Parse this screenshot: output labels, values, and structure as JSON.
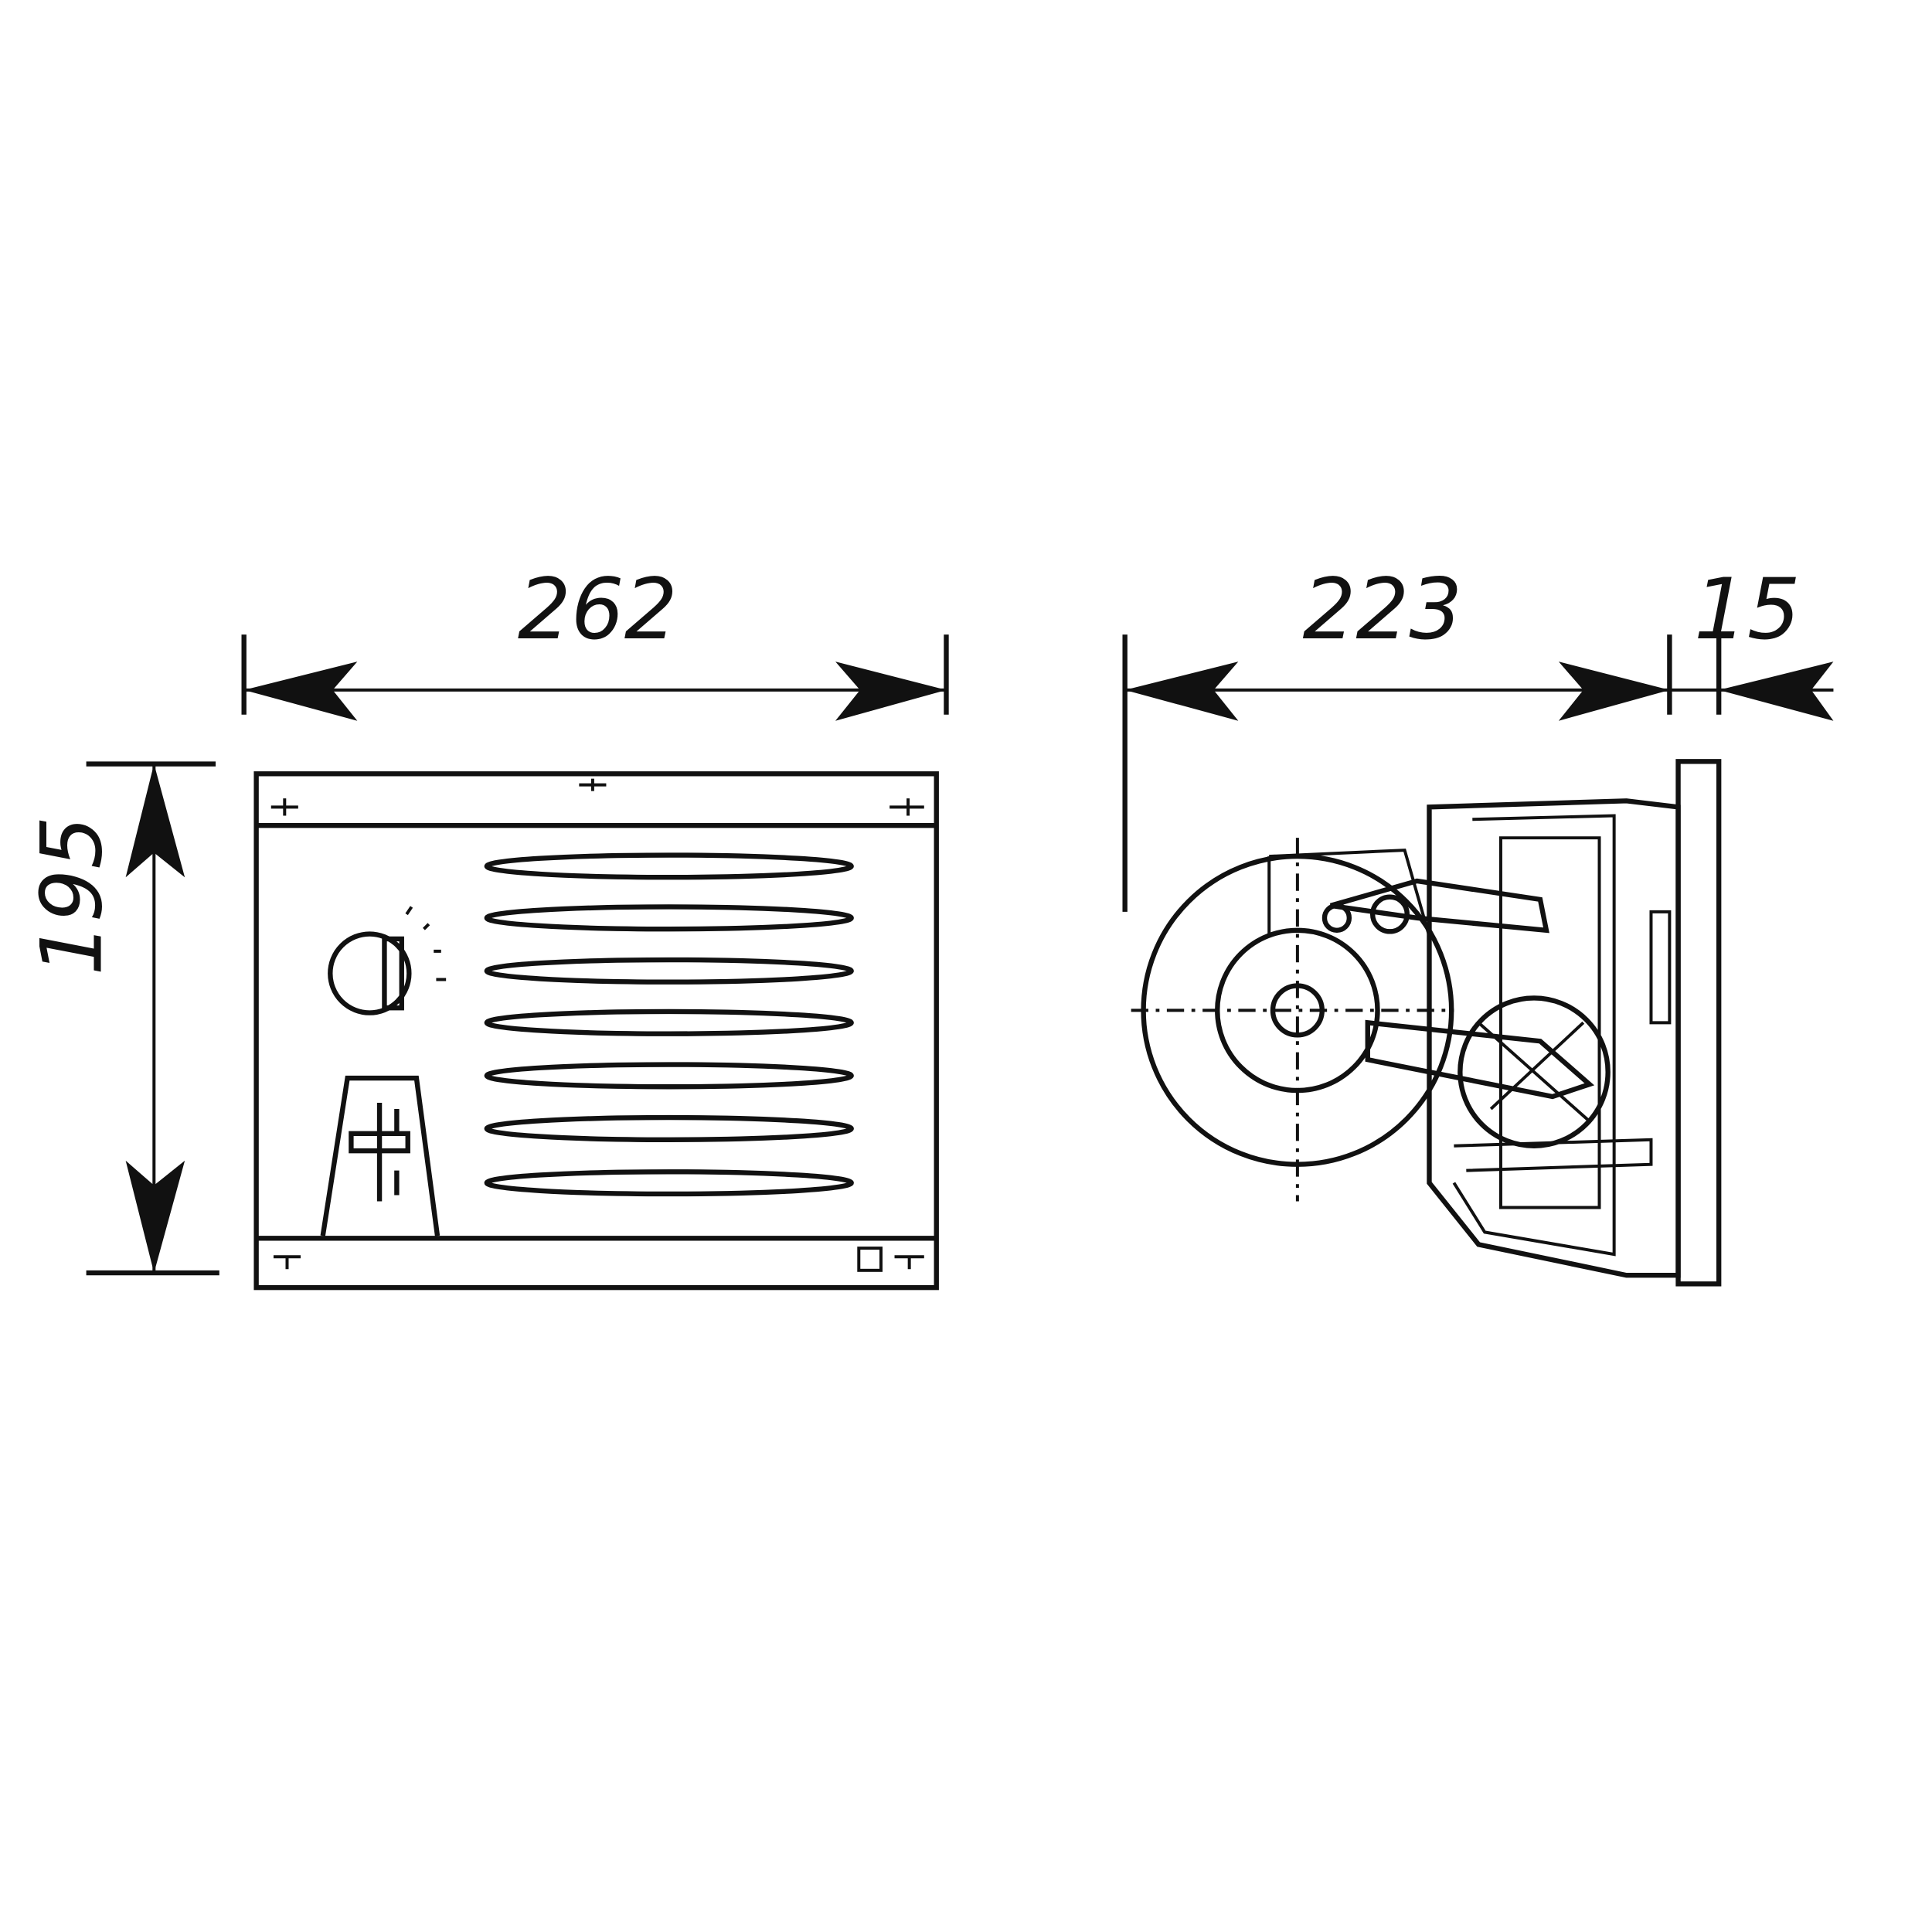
{
  "dimensions": {
    "front_width": "262",
    "front_height": "195",
    "side_depth": "223",
    "side_plate": "15"
  },
  "colors": {
    "ink": "#111111",
    "background": "#ffffff"
  }
}
